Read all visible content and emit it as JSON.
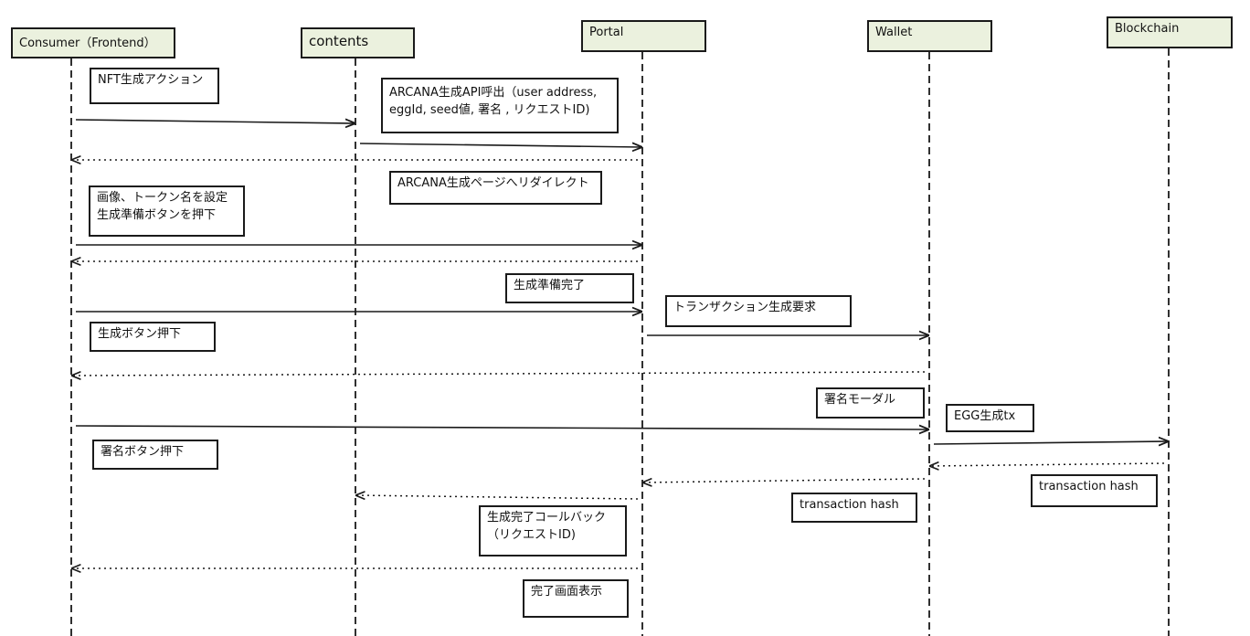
{
  "colors": {
    "actor_fill": "#ebf1de",
    "line": "#1a1a1a"
  },
  "actors": [
    {
      "name": "Consumer（Frontend）"
    },
    {
      "name": "contents"
    },
    {
      "name": "Portal"
    },
    {
      "name": "Wallet"
    },
    {
      "name": "Blockchain"
    }
  ],
  "messages": [
    {
      "text": "NFT生成アクション"
    },
    {
      "text": "ARCANA生成API呼出（user address,\neggId, seed値, 署名 , リクエストID)"
    },
    {
      "text": "ARCANA生成ページへリダイレクト"
    },
    {
      "text": "画像、トークン名を設定\n生成準備ボタンを押下"
    },
    {
      "text": "生成準備完了"
    },
    {
      "text": "トランザクション生成要求"
    },
    {
      "text": "生成ボタン押下"
    },
    {
      "text": "署名モーダル"
    },
    {
      "text": "EGG生成tx"
    },
    {
      "text": "署名ボタン押下"
    },
    {
      "text": "transaction hash"
    },
    {
      "text": "transaction hash"
    },
    {
      "text": "生成完了コールバック\n（リクエストID)"
    },
    {
      "text": "完了画面表示"
    }
  ],
  "arrows": [
    {
      "from": "Consumer（Frontend）",
      "to": "contents",
      "style": "solid"
    },
    {
      "from": "contents",
      "to": "Portal",
      "style": "solid"
    },
    {
      "from": "Portal",
      "to": "Consumer（Frontend）",
      "style": "dotted"
    },
    {
      "from": "Consumer（Frontend）",
      "to": "Portal",
      "style": "solid"
    },
    {
      "from": "Portal",
      "to": "Consumer（Frontend）",
      "style": "dotted"
    },
    {
      "from": "Consumer（Frontend）",
      "to": "Portal",
      "style": "solid"
    },
    {
      "from": "Portal",
      "to": "Wallet",
      "style": "solid"
    },
    {
      "from": "Wallet",
      "to": "Consumer（Frontend）",
      "style": "dotted"
    },
    {
      "from": "Consumer（Frontend）",
      "to": "Wallet",
      "style": "solid"
    },
    {
      "from": "Wallet",
      "to": "Blockchain",
      "style": "solid"
    },
    {
      "from": "Blockchain",
      "to": "Wallet",
      "style": "dotted"
    },
    {
      "from": "Wallet",
      "to": "Portal",
      "style": "dotted"
    },
    {
      "from": "Portal",
      "to": "contents",
      "style": "dotted"
    },
    {
      "from": "Portal",
      "to": "Consumer（Frontend）",
      "style": "dotted"
    }
  ]
}
